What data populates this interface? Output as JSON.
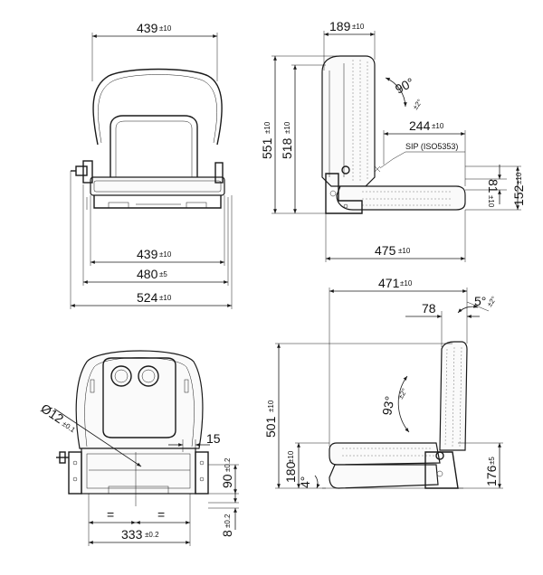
{
  "front_view": {
    "top_width": "439",
    "top_width_tol": "±10",
    "seat_width": "439",
    "seat_width_tol": "±10",
    "mid_width": "480",
    "mid_width_tol": "±5",
    "total_width": "524",
    "total_width_tol": "±10"
  },
  "side_view_upright": {
    "depth_top": "189",
    "depth_top_tol": "±10",
    "angle": "90°",
    "angle_tol": "±2°",
    "sip_depth": "244",
    "sip_depth_tol": "±10",
    "sip_label": "SIP (ISO5353)",
    "height_total": "551",
    "height_total_tol": "±10",
    "height_back": "518",
    "height_back_tol": "±10",
    "seat_height": "81",
    "seat_height_tol": "±10",
    "cushion_height": "152",
    "cushion_height_tol": "±10",
    "length_total": "475",
    "length_total_tol": "±10"
  },
  "rear_view": {
    "hole_dia": "Ø12",
    "hole_dia_tol": "±0.1",
    "offset": "15",
    "eq_left": "=",
    "eq_right": "=",
    "rail_height": "90",
    "rail_height_tol": "±0.2",
    "rail_thickness": "8",
    "rail_thickness_tol": "±0.2",
    "rail_span": "333",
    "rail_span_tol": "±0.2"
  },
  "side_view_tilted": {
    "length": "471",
    "length_tol": "±10",
    "tilt_angle": "5°",
    "tilt_angle_tol": "±2°",
    "offset": "78",
    "back_angle": "93°",
    "back_angle_tol": "±2°",
    "height": "501",
    "height_tol": "±10",
    "base_height": "180",
    "base_height_tol": "±10",
    "seat_angle": "4°",
    "cushion": "176",
    "cushion_tol": "±5"
  }
}
